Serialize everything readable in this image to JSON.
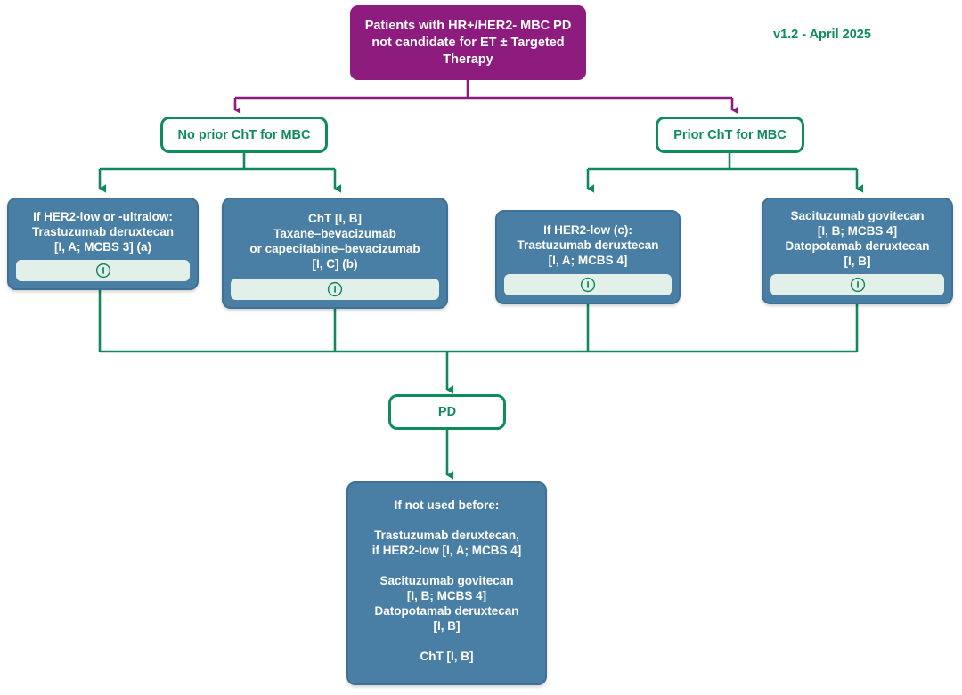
{
  "meta": {
    "version_label": "v1.2 - April 2025"
  },
  "colors": {
    "purple": "#8E1B7E",
    "green": "#0E8C5A",
    "blue": "#4A7FA5",
    "mint": "#E3EFE9",
    "white": "#FFFFFF"
  },
  "root": {
    "text": "Patients with HR+/HER2- MBC\nPD not candidate for ET ±\nTargeted Therapy"
  },
  "branches": [
    {
      "id": "no-prior-cht",
      "label": "No prior ChT for MBC"
    },
    {
      "id": "prior-cht",
      "label": "Prior ChT for MBC"
    }
  ],
  "treatments": [
    {
      "id": "her2-low-ultralow-tdxd",
      "text": "If HER2-low or -ultralow:\nTrastuzumab deruxtecan\n[I, A; MCBS 3] (a)",
      "info_icon": "info-icon"
    },
    {
      "id": "cht-taxane-bev",
      "text": "ChT [I, B]\nTaxane–bevacizumab\nor capecitabine–bevacizumab\n[I, C] (b)",
      "info_icon": "info-icon"
    },
    {
      "id": "her2-low-tdxd",
      "text": "If HER2-low (c):\nTrastuzumab deruxtecan\n[I, A; MCBS 4]",
      "info_icon": "info-icon"
    },
    {
      "id": "sacituzumab-datopotamab",
      "text": "Sacituzumab govitecan\n[I, B; MCBS 4]\nDatopotamab deruxtecan\n[I, B]",
      "info_icon": "info-icon"
    }
  ],
  "progression": {
    "label": "PD"
  },
  "final": {
    "text": "If not used before:\n\nTrastuzumab deruxtecan,\nif HER2-low [I, A; MCBS 4]\n\nSacituzumab govitecan\n[I, B; MCBS 4]\nDatopotamab deruxtecan\n[I, B]\n\nChT [I, B]"
  }
}
